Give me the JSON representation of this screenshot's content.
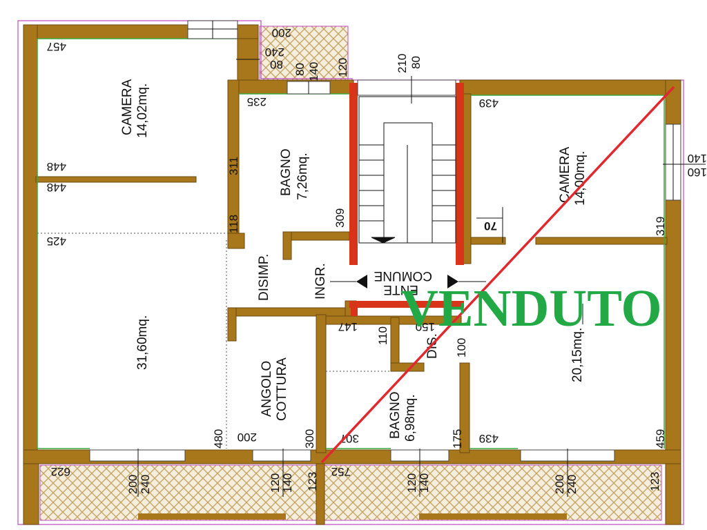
{
  "stamp": "VENDUTO",
  "rooms": {
    "camera_left_name": "CAMERA",
    "camera_left_area": "14,02mq.",
    "soggiorno_area": "31,60mq.",
    "bagno_top_name": "BAGNO",
    "bagno_top_area": "7,26mq.",
    "disimp": "DISIMP.",
    "ingr": "INGR.",
    "angolo": "ANGOLO",
    "cottura": "COTTURA",
    "ente": "ENTE",
    "comune": "COMUNE",
    "camera_right_name": "CAMERA",
    "camera_right_area": "14,00mq.",
    "right_area": "20,15mq.",
    "bagno_bot_name": "BAGNO",
    "bagno_bot_area": "6,98mq.",
    "dis": "DIS."
  },
  "dims": {
    "d457": "457",
    "d200top": "200",
    "d240": "240",
    "d80a": "80",
    "d80b": "80",
    "d140a": "140",
    "d120top": "120",
    "d210": "210",
    "d80c": "80",
    "d235": "235",
    "d311": "311",
    "d448a": "448",
    "d448b": "448",
    "d118": "118",
    "d425": "425",
    "d309": "309",
    "d439top": "439",
    "d140r": "140",
    "d160r": "160",
    "d70": "70",
    "d319": "319",
    "d147": "147",
    "d110": "110",
    "d150": "150",
    "d100": "100",
    "d480": "480",
    "d200b": "200",
    "d300": "300",
    "d307": "307",
    "d175": "175",
    "d439bot": "439",
    "d459": "459",
    "d622": "622",
    "d200c": "200",
    "d240b": "240",
    "d120b": "120",
    "d140b": "140",
    "d123a": "123",
    "d752": "752",
    "d120c": "120",
    "d140c": "140",
    "d200d": "200",
    "d240c": "240",
    "d123b": "123"
  },
  "colors": {
    "wall": "#a9771b",
    "stair_wall": "#d8341a",
    "stamp": "#22a845",
    "cross_line": "#e0282f"
  }
}
